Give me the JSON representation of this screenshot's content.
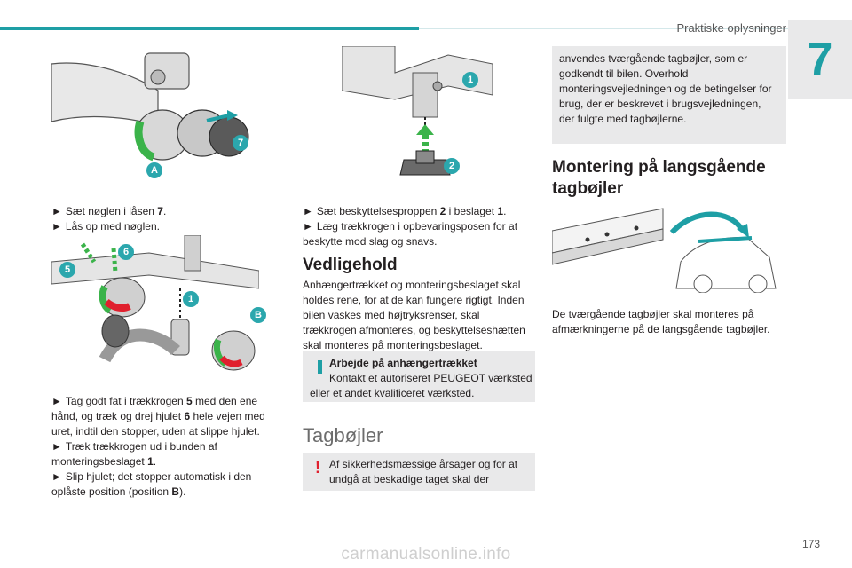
{
  "header": {
    "section": "Praktiske oplysninger",
    "chapter": "7",
    "page": "173"
  },
  "watermark": "carmanualsonline.info",
  "col1": {
    "callouts_fig1": [
      "7",
      "A"
    ],
    "steps_a": [
      "Sæt nøglen i låsen 7.",
      "Lås op med nøglen."
    ],
    "callouts_fig2": [
      "5",
      "6",
      "1",
      "B"
    ],
    "steps_b": [
      "Tag godt fat i trækkrogen 5 med den ene hånd, og træk og drej hjulet 6 hele vejen med uret, indtil den stopper, uden at slippe hjulet.",
      "Træk trækkrogen ud i bunden af monteringsbeslaget 1.",
      "Slip hjulet; det stopper automatisk i den oplåste position (position B)."
    ]
  },
  "col2": {
    "callouts_fig": [
      "1",
      "2"
    ],
    "step": "Sæt beskyttelsesproppen 2 i beslaget 1.",
    "step2": "Læg trækkrogen i opbevaringsposen for at beskytte mod slag og snavs.",
    "heading": "Vedligehold",
    "paragraph": "Anhængertrækket og monteringsbeslaget skal holdes rene, for at de kan fungere rigtigt. Inden bilen vaskes med højtryksrenser, skal trækkrogen afmonteres, og beskyttelseshætten skal monteres på monteringsbeslaget.",
    "info_title": "Arbejde på anhængertrækket",
    "info_text": "Kontakt et autoriseret PEUGEOT værksted eller et andet kvalificeret værksted.",
    "section_title": "Tagbøjler",
    "warning_text": "Af sikkerhedsmæssige årsager og for at undgå at beskadige taget skal der"
  },
  "col3": {
    "note_text": "anvendes tværgående tagbøjler, som er godkendt til bilen. Overhold monteringsvejledningen og de betingelser for brug, der er beskrevet i brugsvejledningen, der fulgte med tagbøjlerne.",
    "heading": "Montering på langsgående tagbøjler",
    "paragraph": "De tværgående tagbøjler skal monteres på afmærkningerne på de langsgående tagbøjler."
  },
  "colors": {
    "accent": "#1e9fa5",
    "callout": "#2ba7ad",
    "green": "#3bb34a",
    "red": "#e0202e",
    "note_bg": "#e9e9ea"
  }
}
